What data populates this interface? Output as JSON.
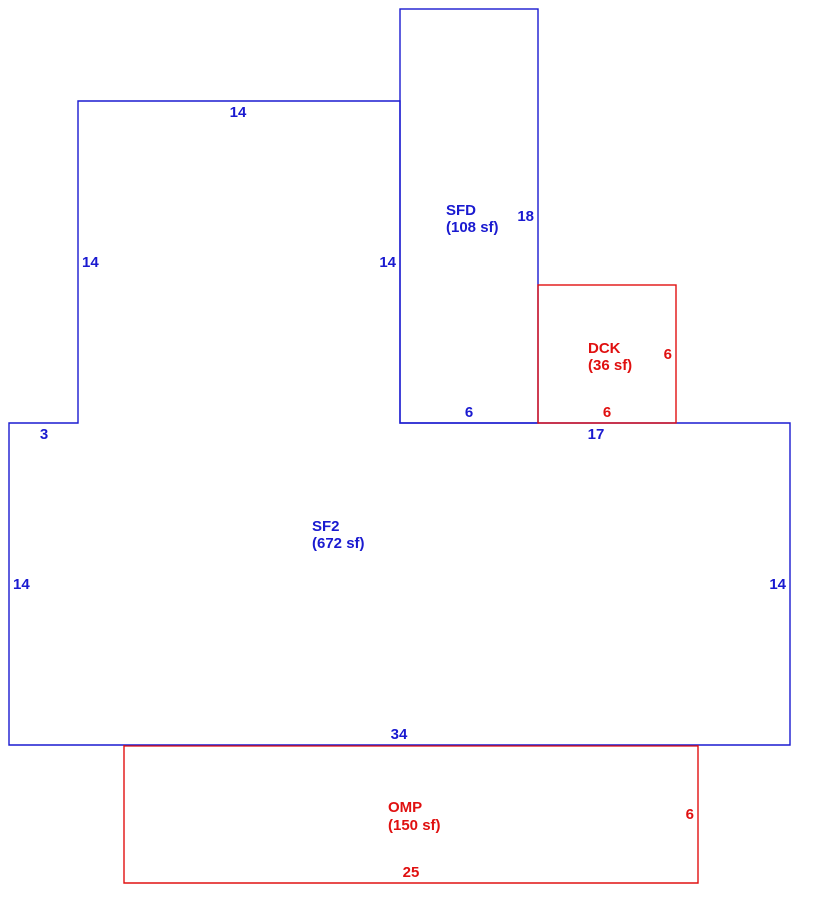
{
  "colors": {
    "living": "#1a1ad0",
    "exterior": "#e01010",
    "background": "#ffffff"
  },
  "areas": {
    "sf2": {
      "code": "SF2",
      "area": "(672 sf)"
    },
    "sfd": {
      "code": "SFD",
      "area": "(108 sf)"
    },
    "dck": {
      "code": "DCK",
      "area": "(36 sf)"
    },
    "omp": {
      "code": "OMP",
      "area": "(150 sf)"
    }
  },
  "dimensions": {
    "sf2_upper_top": "14",
    "sf2_upper_left": "14",
    "sf2_upper_right": "14",
    "sf2_step_left": "3",
    "sf2_left": "14",
    "sf2_right": "14",
    "sf2_bottom": "34",
    "sf2_top_right": "17",
    "sfd_right": "18",
    "sfd_bottom": "6",
    "dck_right": "6",
    "dck_bottom": "6",
    "omp_right": "6",
    "omp_bottom": "25"
  }
}
